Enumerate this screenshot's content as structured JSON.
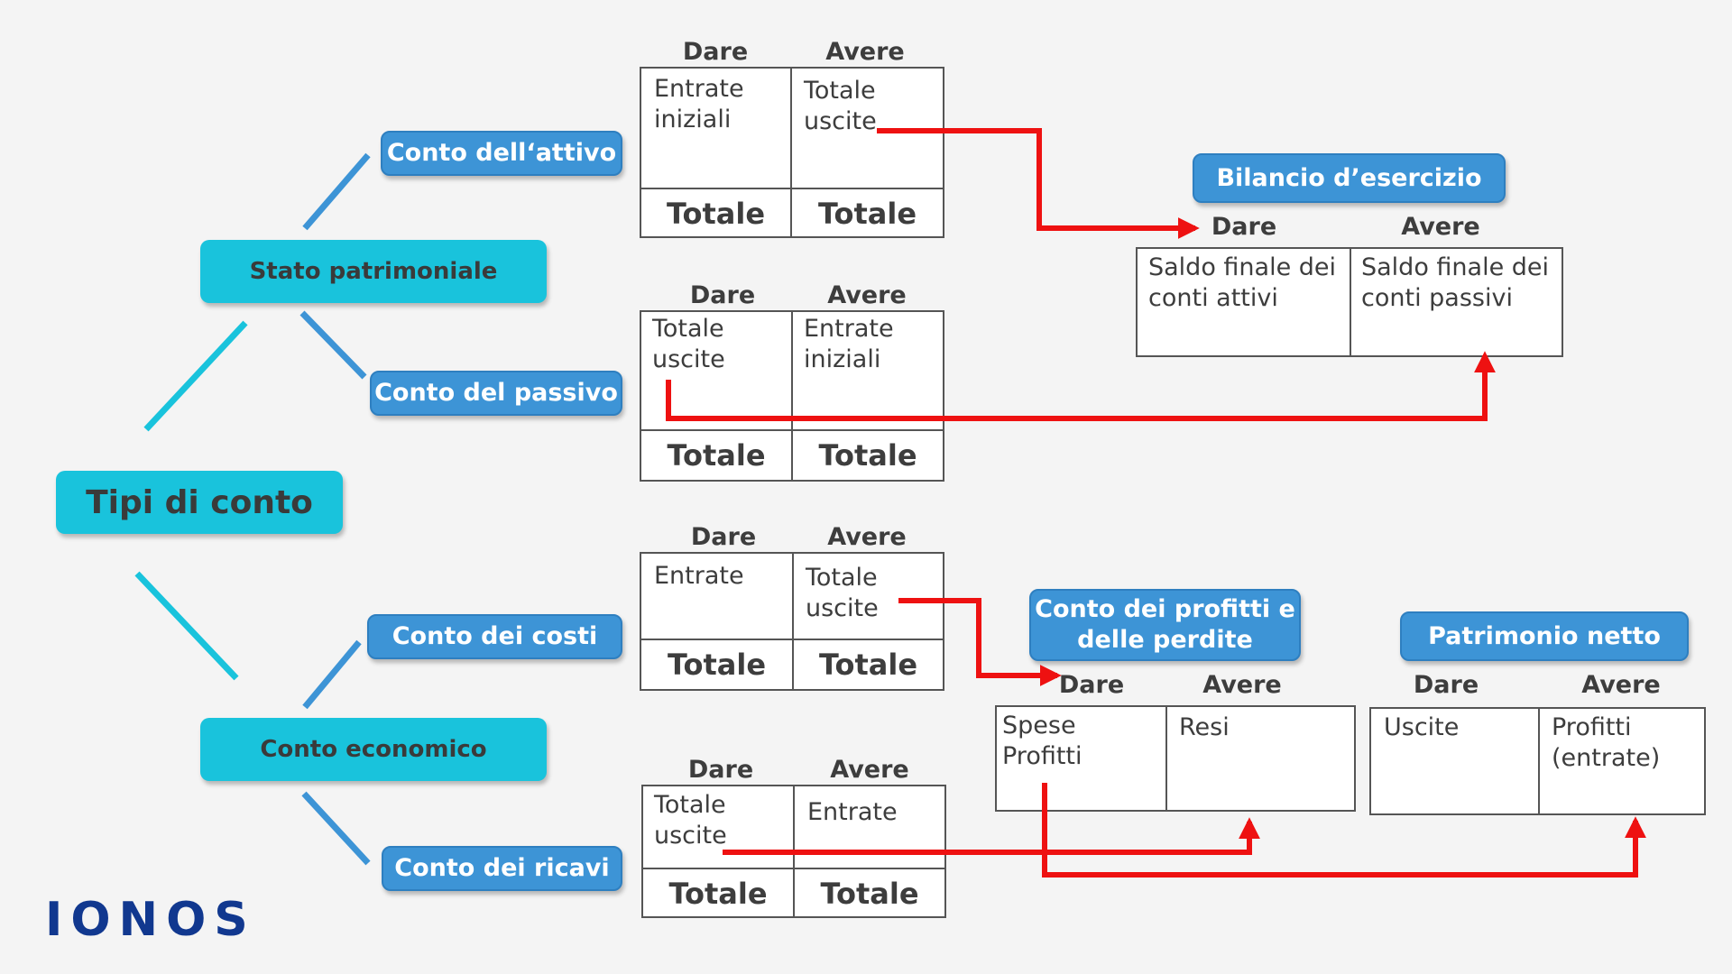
{
  "root": {
    "label": "Tipi di conto"
  },
  "groups": {
    "stato": {
      "label": "Stato patrimoniale"
    },
    "economico": {
      "label": "Conto economico"
    }
  },
  "accounts": {
    "attivo": {
      "label": "Conto dell‘attivo"
    },
    "passivo": {
      "label": "Conto del passivo"
    },
    "costi": {
      "label": "Conto dei costi"
    },
    "ricavi": {
      "label": "Conto dei ricavi"
    }
  },
  "results": {
    "bilancio": {
      "label": "Bilancio d’esercizio"
    },
    "profitti": {
      "label": "Conto dei profitti e\ndelle perdite"
    },
    "patrimonio": {
      "label": "Patrimonio netto"
    }
  },
  "headers": {
    "dare": "Dare",
    "avere": "Avere"
  },
  "t_accounts": {
    "attivo": {
      "dare": "Entrate\niniziali",
      "avere": "Totale\nuscite",
      "dare_total": "Totale",
      "avere_total": "Totale"
    },
    "passivo": {
      "dare": "Totale\nuscite",
      "avere": "Entrate\niniziali",
      "dare_total": "Totale",
      "avere_total": "Totale"
    },
    "costi": {
      "dare": "Entrate",
      "avere": "Totale\nuscite",
      "dare_total": "Totale",
      "avere_total": "Totale"
    },
    "ricavi": {
      "dare": "Totale\nuscite",
      "avere": "Entrate",
      "dare_total": "Totale",
      "avere_total": "Totale"
    },
    "bilancio": {
      "dare": "Saldo finale dei\nconti attivi",
      "avere": "Saldo finale dei\nconti passivi"
    },
    "profitti": {
      "dare": "Spese\nProfitti",
      "avere": "Resi"
    },
    "patrimonio": {
      "dare": "Uscite",
      "avere": "Profitti\n(entrate)"
    }
  },
  "logo": "IONOS",
  "colors": {
    "cyan": "#19c3dc",
    "blue": "#3d94d6",
    "arrow": "#ee1111",
    "logo": "#11388f"
  }
}
